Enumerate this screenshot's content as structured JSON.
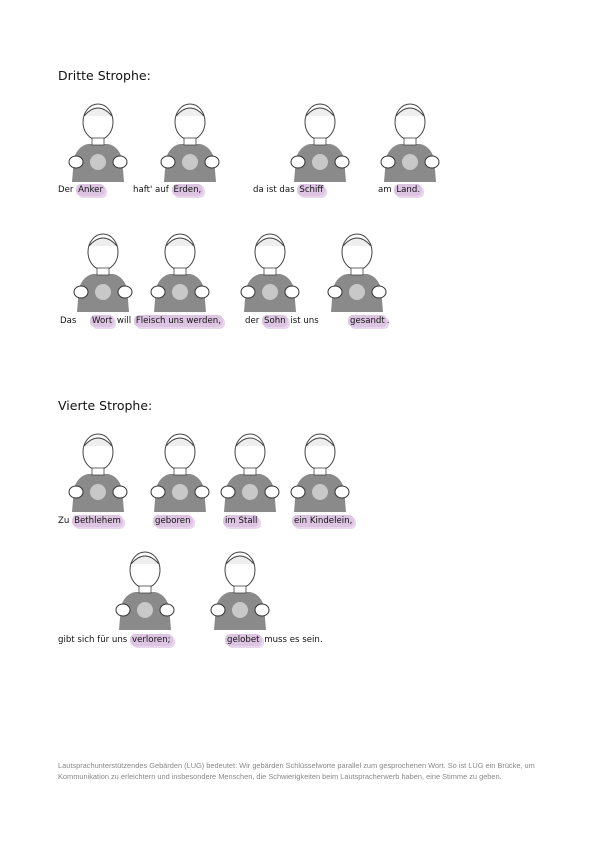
{
  "sections": [
    {
      "title": "Dritte Strophe:",
      "captions": [
        [
          {
            "t": "Der "
          },
          {
            "t": "Anker",
            "h": 1
          }
        ],
        [
          {
            "t": "haft' auf "
          },
          {
            "t": "Erden,",
            "h": 1
          }
        ],
        [
          {
            "t": "da ist das "
          },
          {
            "t": "Schiff",
            "h": 1
          }
        ],
        [
          {
            "t": "am "
          },
          {
            "t": "Land.",
            "h": 1
          }
        ],
        [
          {
            "t": "Das     "
          },
          {
            "t": "Wort",
            "h": 1
          },
          {
            "t": " will "
          },
          {
            "t": "Fleisch uns werden,",
            "h": 1
          }
        ],
        [
          {
            "t": "der "
          },
          {
            "t": "Sohn",
            "h": 1
          },
          {
            "t": " ist uns"
          }
        ],
        [
          {
            "t": "gesandt",
            "h": 1
          },
          {
            "t": "."
          }
        ]
      ]
    },
    {
      "title": "Vierte Strophe:",
      "captions": [
        [
          {
            "t": "Zu "
          },
          {
            "t": "Bethlehem",
            "h": 1
          }
        ],
        [
          {
            "t": "geboren",
            "h": 1
          }
        ],
        [
          {
            "t": "im Stall",
            "h": 1
          }
        ],
        [
          {
            "t": "ein Kindelein,",
            "h": 1
          }
        ],
        [
          {
            "t": "gibt sich für uns "
          },
          {
            "t": "verloren;",
            "h": 1
          }
        ],
        [
          {
            "t": "gelobet",
            "h": 1
          },
          {
            "t": " muss es sein."
          }
        ]
      ]
    }
  ],
  "footer": "Lautsprachunterstützendes Gebärden (LUG) bedeutet: Wir gebärden Schlüsselworte parallel zum gesprochenen Wort. So ist LUG ein Brücke, um Kommunikation zu erleichtern und insbesondere Menschen, die Schwierigkeiten beim Lautspracherwerb haben, eine Stimme zu geben.",
  "colors": {
    "highlight": "#dcc4e2",
    "shirt": "#8a8a8a"
  }
}
